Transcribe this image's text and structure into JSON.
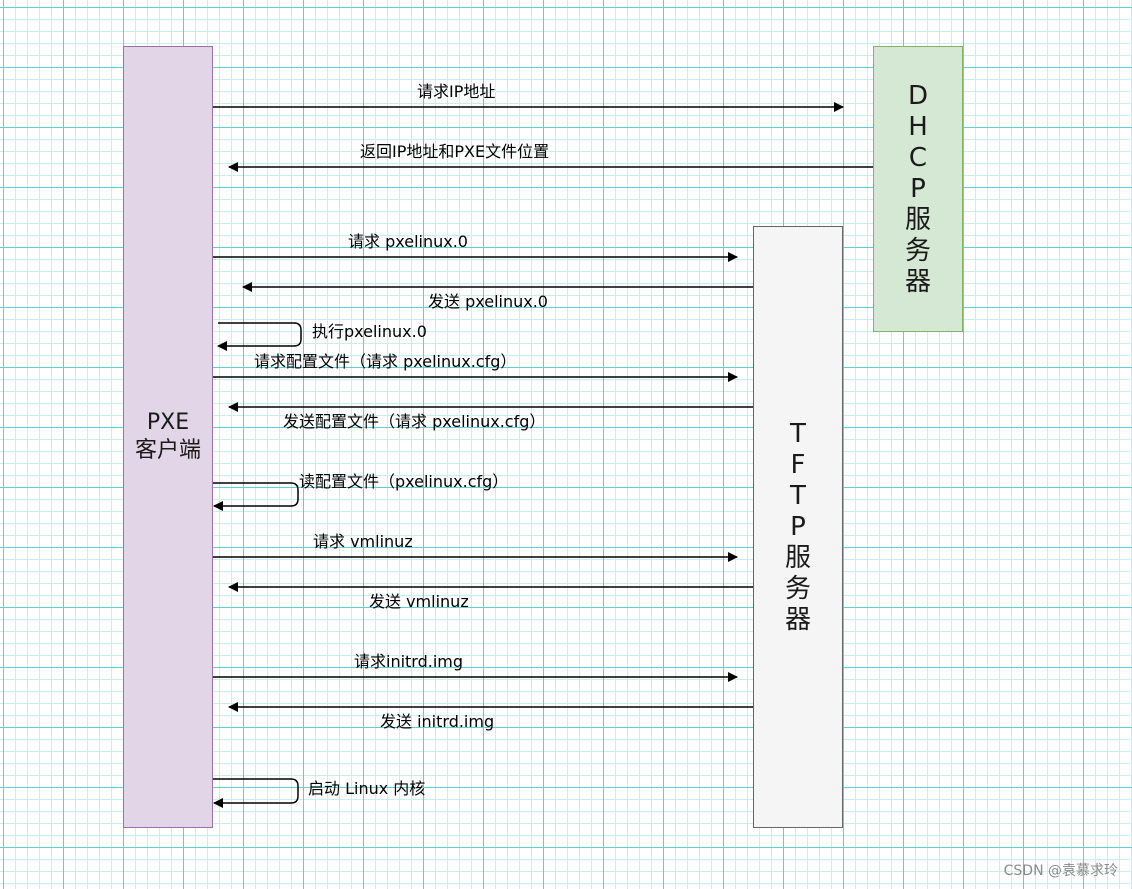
{
  "participants": {
    "client": "PXE\n客户端",
    "dhcp": "DHCP服务器",
    "tftp": "TFTP服务器"
  },
  "messages": [
    {
      "label": "请求IP地址",
      "from": "client",
      "to": "dhcp"
    },
    {
      "label": "返回IP地址和PXE文件位置",
      "from": "dhcp",
      "to": "client"
    },
    {
      "label": "请求 pxelinux.0",
      "from": "client",
      "to": "tftp"
    },
    {
      "label": "发送 pxelinux.0",
      "from": "tftp",
      "to": "client"
    },
    {
      "label": "执行pxelinux.0",
      "from": "client",
      "to": "client"
    },
    {
      "label": "请求配置文件（请求 pxelinux.cfg）",
      "from": "client",
      "to": "tftp"
    },
    {
      "label": "发送配置文件（请求 pxelinux.cfg）",
      "from": "tftp",
      "to": "client"
    },
    {
      "label": "读配置文件（pxelinux.cfg）",
      "from": "client",
      "to": "client"
    },
    {
      "label": "请求 vmlinuz",
      "from": "client",
      "to": "tftp"
    },
    {
      "label": "发送  vmlinuz",
      "from": "tftp",
      "to": "client"
    },
    {
      "label": "请求initrd.img",
      "from": "client",
      "to": "tftp"
    },
    {
      "label": "发送 initrd.img",
      "from": "tftp",
      "to": "client"
    },
    {
      "label": "启动 Linux 内核",
      "from": "client",
      "to": "client"
    }
  ],
  "watermark": "CSDN @袁慕求玲"
}
